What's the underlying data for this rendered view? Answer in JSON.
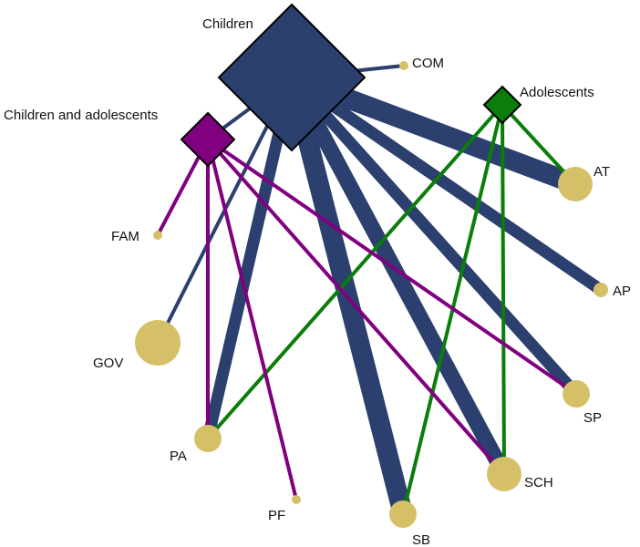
{
  "colors": {
    "children": "#2b406e",
    "adolescents": "#0a7d0a",
    "children_and_adolescents": "#800080",
    "outcome": "#d6c067",
    "stroke": "#000000"
  },
  "groups": [
    {
      "id": "children",
      "label": "Children"
    },
    {
      "id": "adolescents",
      "label": "Adolescents"
    },
    {
      "id": "children_and_adolescents",
      "label": "Children and adolescents"
    }
  ],
  "outcomes": [
    {
      "id": "COM",
      "label": "COM"
    },
    {
      "id": "AT",
      "label": "AT"
    },
    {
      "id": "AP",
      "label": "AP"
    },
    {
      "id": "SP",
      "label": "SP"
    },
    {
      "id": "SCH",
      "label": "SCH"
    },
    {
      "id": "SB",
      "label": "SB"
    },
    {
      "id": "PF",
      "label": "PF"
    },
    {
      "id": "PA",
      "label": "PA"
    },
    {
      "id": "GOV",
      "label": "GOV"
    },
    {
      "id": "FAM",
      "label": "FAM"
    }
  ],
  "edges": [
    {
      "from": "children",
      "to": "COM",
      "weight": 1
    },
    {
      "from": "children",
      "to": "AT",
      "weight": 5
    },
    {
      "from": "children",
      "to": "AP",
      "weight": 3
    },
    {
      "from": "children",
      "to": "SP",
      "weight": 3
    },
    {
      "from": "children",
      "to": "SCH",
      "weight": 4
    },
    {
      "from": "children",
      "to": "SB",
      "weight": 5
    },
    {
      "from": "children",
      "to": "PA",
      "weight": 3
    },
    {
      "from": "children",
      "to": "GOV",
      "weight": 1
    },
    {
      "from": "children",
      "to": "children_and_adolescents",
      "weight": 1
    },
    {
      "from": "adolescents",
      "to": "AT",
      "weight": 1
    },
    {
      "from": "adolescents",
      "to": "SCH",
      "weight": 1
    },
    {
      "from": "adolescents",
      "to": "SB",
      "weight": 1
    },
    {
      "from": "adolescents",
      "to": "PA",
      "weight": 1
    },
    {
      "from": "children_and_adolescents",
      "to": "FAM",
      "weight": 1
    },
    {
      "from": "children_and_adolescents",
      "to": "PA",
      "weight": 1
    },
    {
      "from": "children_and_adolescents",
      "to": "PF",
      "weight": 1
    },
    {
      "from": "children_and_adolescents",
      "to": "SP",
      "weight": 1
    },
    {
      "from": "children_and_adolescents",
      "to": "SCH",
      "weight": 1
    }
  ]
}
